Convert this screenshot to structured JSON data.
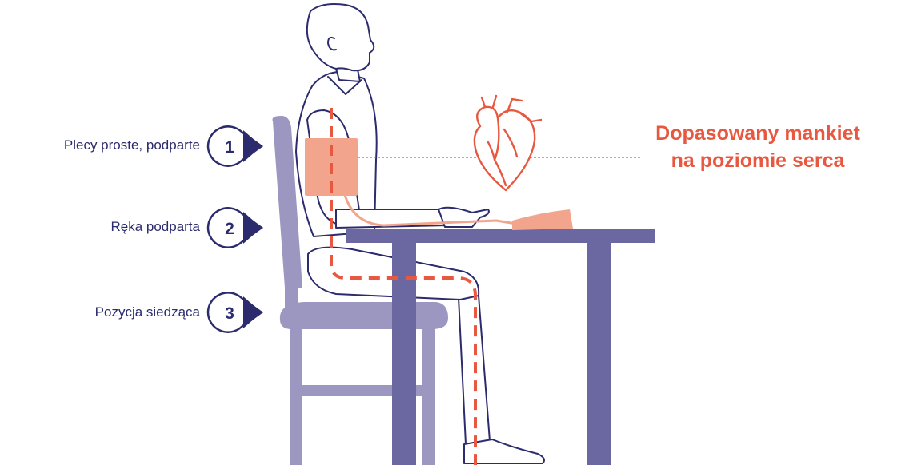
{
  "steps": [
    {
      "label": "Plecy proste, podparte",
      "number": "1"
    },
    {
      "label": "Ręka podparta",
      "number": "2"
    },
    {
      "label": "Pozycja siedząca",
      "number": "3"
    }
  ],
  "cuff_note": {
    "line1": "Dopasowany mankiet",
    "line2": "na poziomie serca"
  },
  "colors": {
    "navy": "#2b2b6e",
    "accent": "#e8573f",
    "cuff": "#f3a48d",
    "chair": "#9b97c0",
    "table": "#6b67a1"
  },
  "icons": [
    "heart-icon",
    "arrow-badge-icon"
  ]
}
